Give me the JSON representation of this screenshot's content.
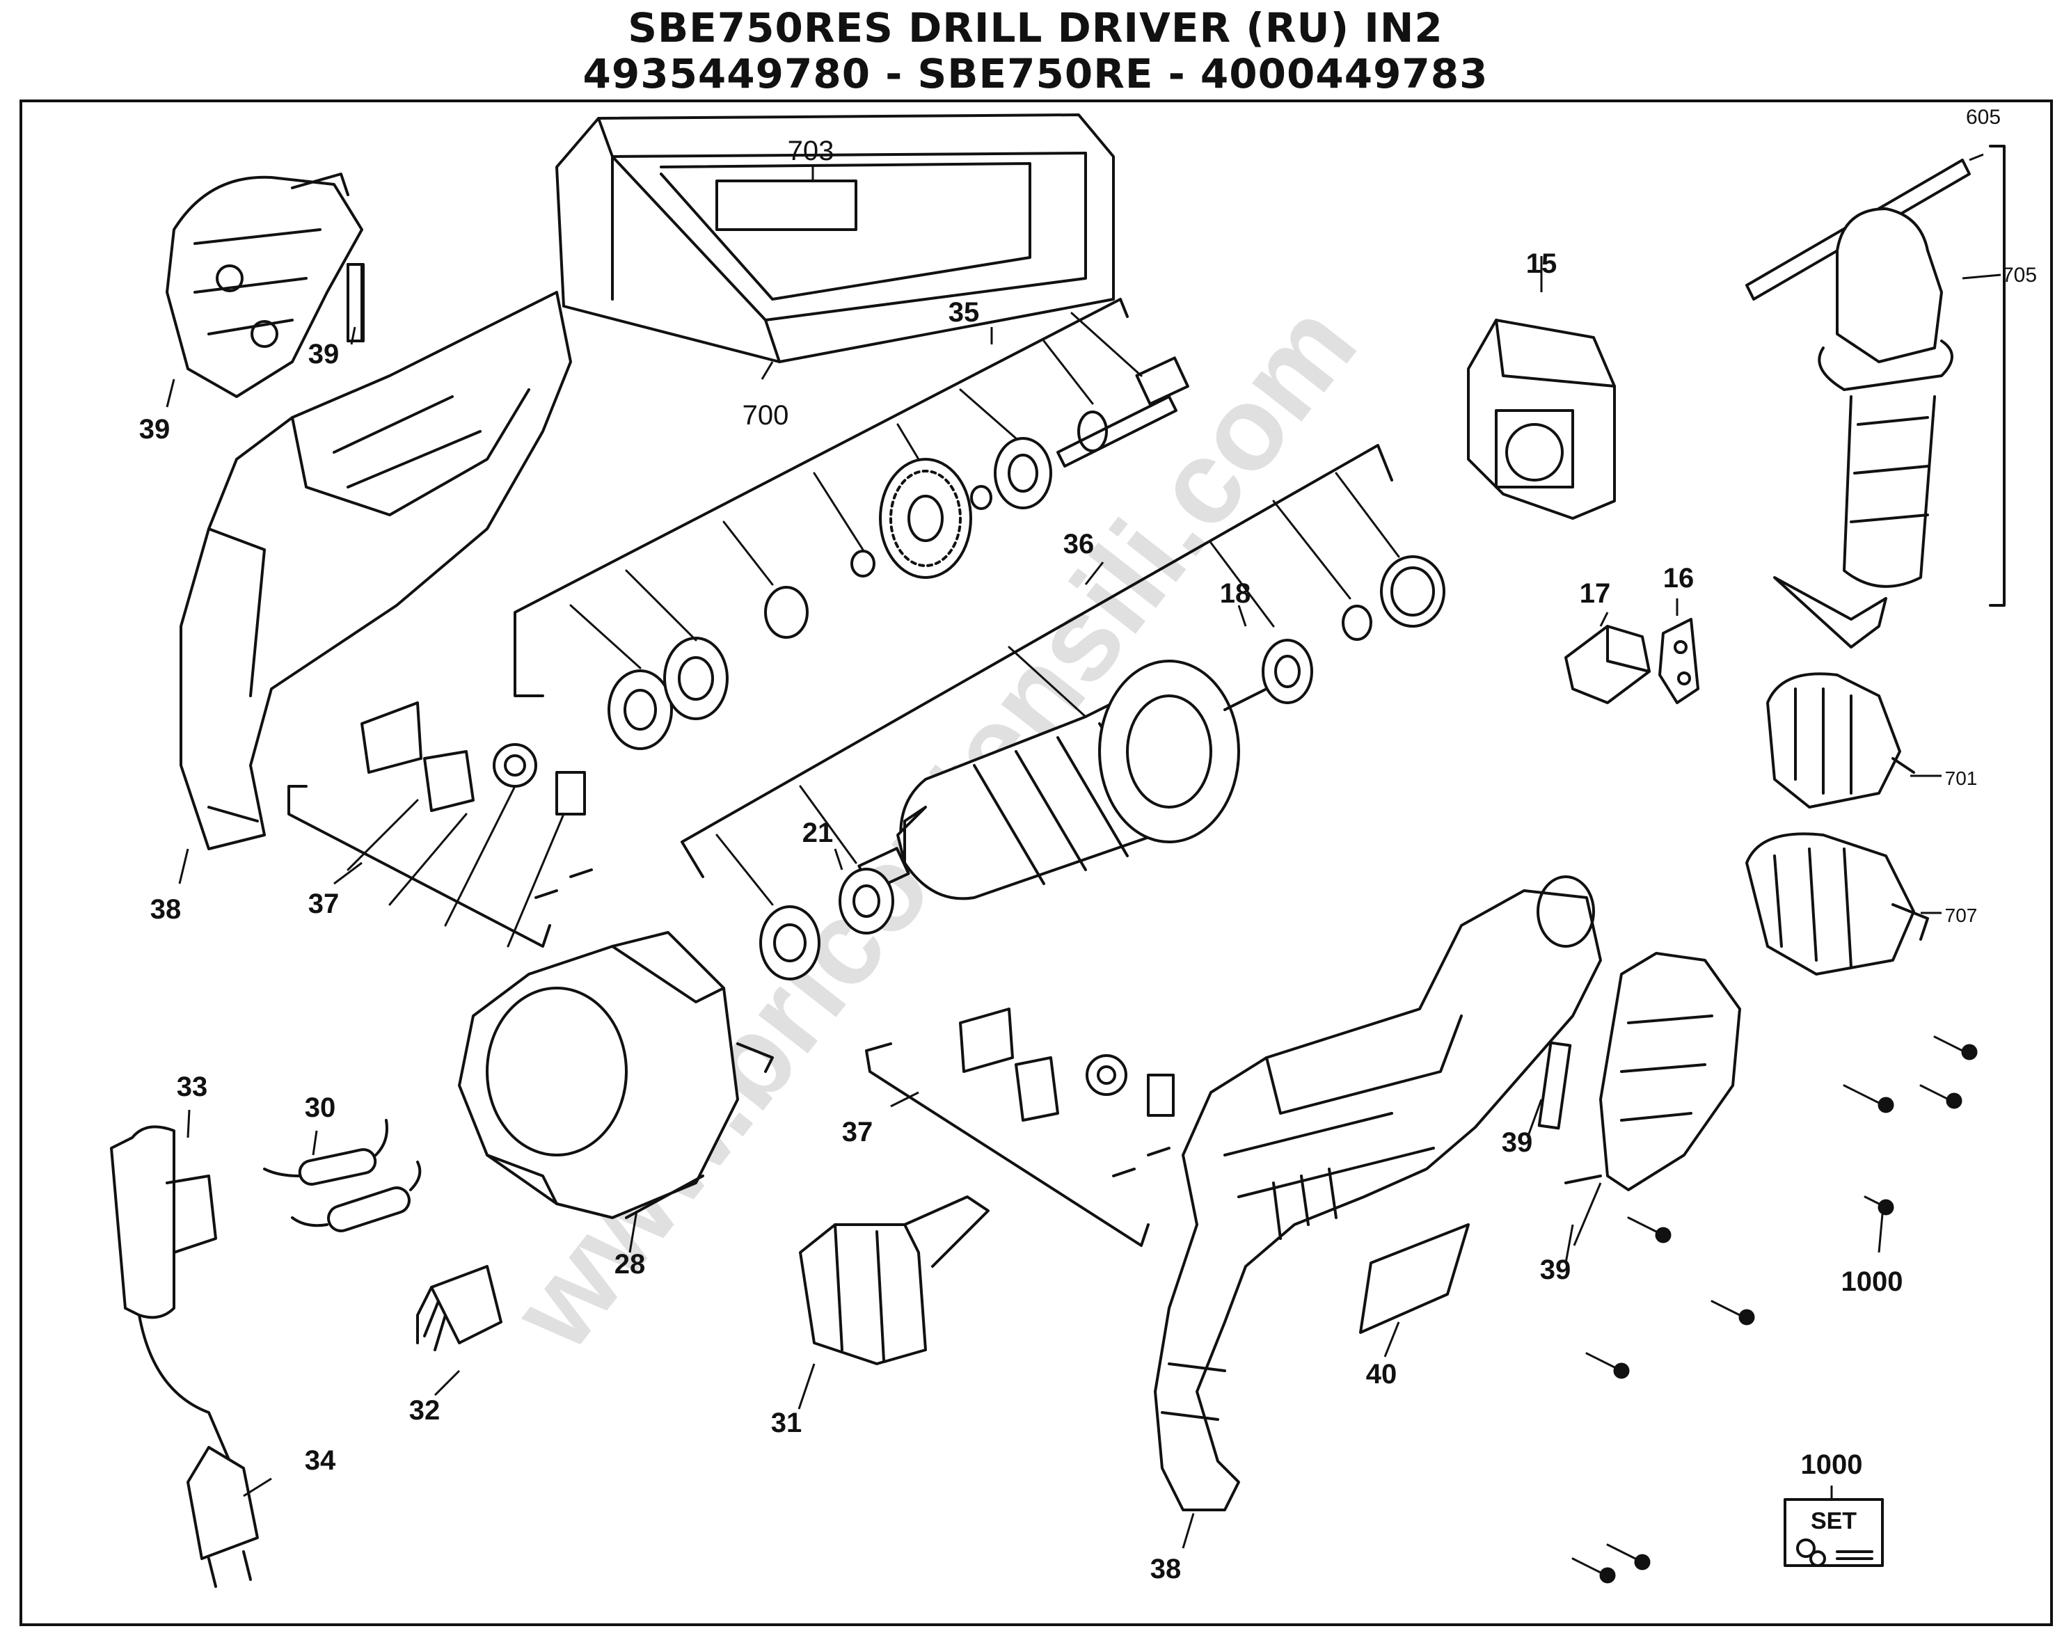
{
  "title_line1": "SBE750RES DRILL DRIVER (RU) IN2",
  "title_line2": "4935449780 - SBE750RE - 4000449783",
  "watermark": "www.bricoutensili.com",
  "part_labels": {
    "p703": "703",
    "p700": "700",
    "p605": "605",
    "p705": "705",
    "p701": "701",
    "p707": "707",
    "p35": "35",
    "p36": "36",
    "p15": "15",
    "p16": "16",
    "p17": "17",
    "p18": "18",
    "p21": "21",
    "p39a": "39",
    "p39b": "39",
    "p39c": "39",
    "p39d": "39",
    "p38a": "38",
    "p38b": "38",
    "p37a": "37",
    "p37b": "37",
    "p33": "33",
    "p30": "30",
    "p28": "28",
    "p32": "32",
    "p34": "34",
    "p31": "31",
    "p40": "40",
    "p1000a": "1000",
    "p1000b": "1000"
  },
  "set_badge": "SET"
}
